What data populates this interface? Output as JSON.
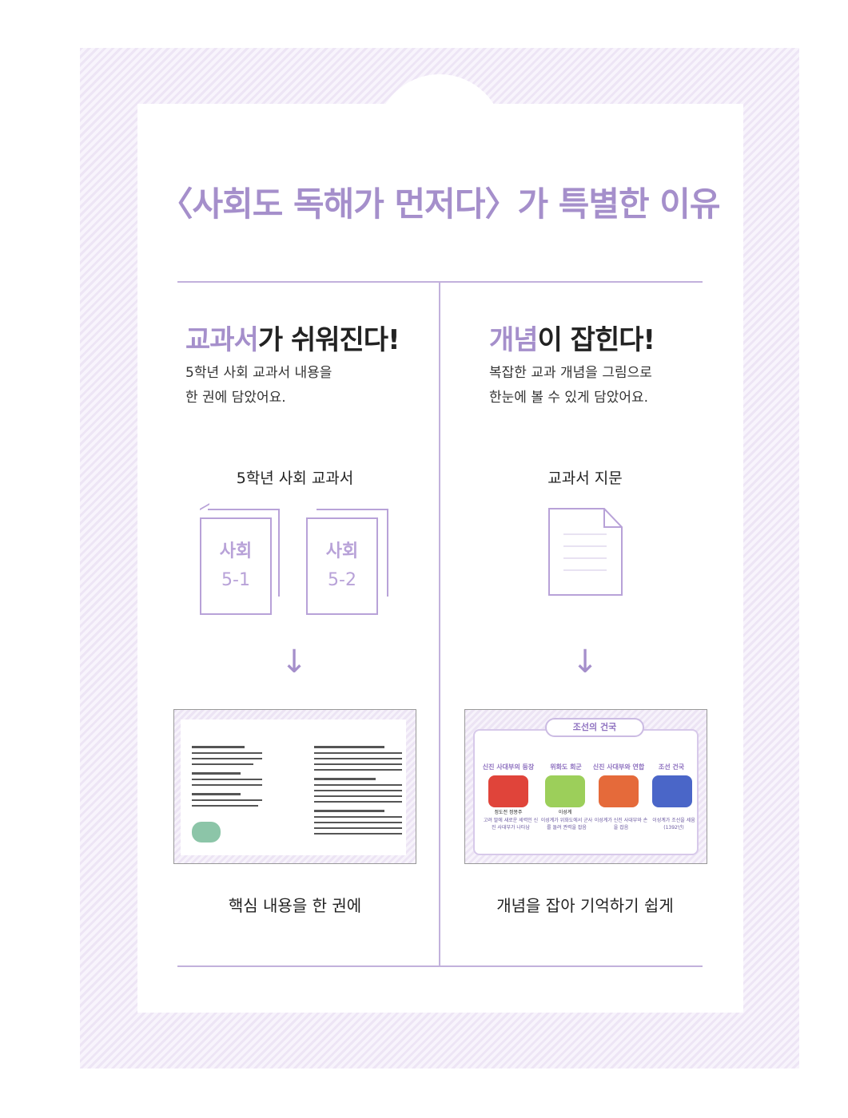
{
  "title": "〈사회도 독해가 먼저다〉가 특별한 이유",
  "left": {
    "heading_accent": "교과서",
    "heading_rest": "가 쉬워진다!",
    "sub1": "5학년 사회 교과서 내용을",
    "sub2": "한 권에 담았어요.",
    "label": "5학년 사회 교과서",
    "books": [
      {
        "subject": "사회",
        "num": "5-1"
      },
      {
        "subject": "사회",
        "num": "5-2"
      }
    ],
    "arrow": "↓",
    "caption": "핵심 내용을 한 권에"
  },
  "right": {
    "heading_accent": "개념",
    "heading_rest": "이 잡힌다!",
    "sub1": "복잡한 교과 개념을 그림으로",
    "sub2": "한눈에 볼 수 있게 담았어요.",
    "label": "교과서 지문",
    "arrow": "↓",
    "caption": "개념을 잡아 기억하기 쉽게",
    "diagram": {
      "title": "조선의 건국",
      "steps": [
        {
          "label": "신진 사대부의 등장",
          "desc": "고려 말에 새로운 세력인 신진 사대부가 나타남",
          "names": "정도전 정몽주"
        },
        {
          "label": "위화도 회군",
          "desc": "이성계가 위화도에서 군사를 돌려 권력을 잡음",
          "names": "이성계"
        },
        {
          "label": "신진 사대부와 연합",
          "desc": "이성계가 신진 사대부와 손을 잡음",
          "names": ""
        },
        {
          "label": "조선 건국",
          "desc": "이성계가 조선을 세움 (1392년)",
          "names": ""
        }
      ]
    }
  },
  "colors": {
    "accent": "#a58fcb",
    "line": "#c2b1dc"
  }
}
